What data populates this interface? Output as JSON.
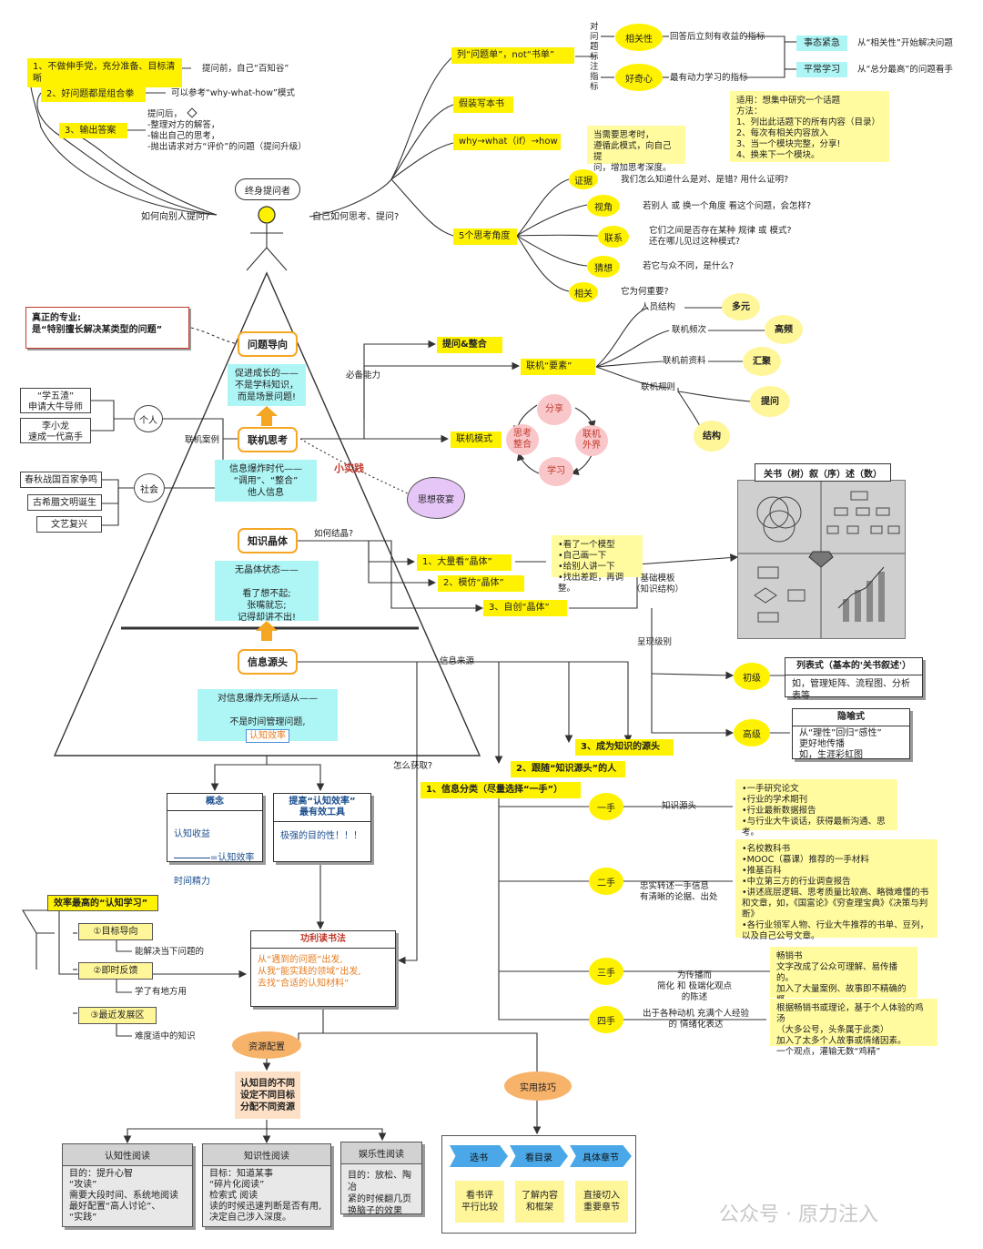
{
  "center": {
    "title": "终身提问者",
    "left_branch": "如何向别人提问?",
    "right_branch": "自己如何思考、提问?"
  },
  "ask_others": {
    "item1": "1、不做伸手党，充分准备、目标清晰",
    "item1_note": "提问前，自己“百知谷”",
    "item2": "2、好问题都是组合拳",
    "item2_note": "可以参考“why-what-how”模式",
    "item3": "3、输出答案",
    "item3_note": "提问后，\n-整理对方的解答，\n-输出自己的思考，\n-抛出请求对方“评价”的问题（提问升级）"
  },
  "self_think": {
    "list_questions": "列“问题单”，not“书单”",
    "vertical_label": "对问题标注指标",
    "relevance": "相关性",
    "relevance_note": "回答后立刻有收益的指标",
    "curiosity": "好奇心",
    "curiosity_note": "最有动力学习的指标",
    "urgent": "事态紧急",
    "urgent_note": "从“相关性”开始解决问题",
    "normal": "平常学习",
    "normal_note": "从“总分最高”的问题看手",
    "apply_note": "适用：想集中研究一个话题\n方法：\n1、列出此话题下的所有内容（目录）\n2、每次有相关内容放入\n3、当一个模块完整，分享!\n4、换来下一个模块。",
    "fake_book": "假装写本书",
    "why_what_how": "why→what（if）→how",
    "why_note": "当需要思考时，\n遵循此模式，向自己提\n问，增加思考深度。",
    "five_angles": "5个思考角度",
    "angles": [
      {
        "name": "证据",
        "note": "我们怎么知道什么是对、是错? 用什么证明?"
      },
      {
        "name": "视角",
        "note": "若别人 或 换一个角度 看这个问题，会怎样?"
      },
      {
        "name": "联系",
        "note": "它们之间是否存在某种 规律 或 模式?\n还在哪儿见过这种模式?"
      },
      {
        "name": "猜想",
        "note": "若它与众不同，是什么?"
      },
      {
        "name": "相关",
        "note": "它为何重要?"
      }
    ]
  },
  "pyramid": {
    "pro_note": "真正的专业:\n是“特别擅长解决某类型的问题”",
    "problem_oriented": "问题导向",
    "growth_note": "促进成长的——\n不是学科知识，\n而是场景问题!",
    "connect_thinking": "联机思考",
    "info_era_note": "信息爆炸时代——\n“调用”、“整合”\n他人信息",
    "knowledge_crystal": "知识晶体",
    "no_crystal_note": "无晶体状态——\n\n看了想不起;\n张嘴就忘;\n记得却讲不出!",
    "info_source": "信息源头",
    "info_mgmt_note_1": "对信息爆炸无所适从——\n\n不是时间管理问题,",
    "info_mgmt_note_2": "认知效率",
    "small_practice": "小实践",
    "thought_party": "思想夜宴",
    "how_obtain": "怎么获取?",
    "how_crystal": "如何结晶?"
  },
  "cases": {
    "label": "联机案例",
    "person": "个人",
    "society": "社会",
    "person_items": [
      "“学五渣”\n申请大牛导师",
      "李小龙\n速成一代高手"
    ],
    "society_items": [
      "春秋战国百家争鸣",
      "古希腊文明诞生",
      "文艺复兴"
    ]
  },
  "connect": {
    "ability": "必备能力",
    "ask_integrate": "提问&整合",
    "elements": "联机“要素”",
    "mode": "联机模式",
    "element_items": [
      {
        "label": "人员结构",
        "tag": "多元"
      },
      {
        "label": "联机频次",
        "tag": "高频"
      },
      {
        "label": "联机前资料",
        "tag": "汇聚"
      },
      {
        "label": "联机规则",
        "tag": "提问"
      },
      {
        "label": "",
        "tag": "结构"
      }
    ],
    "cycle": [
      "分享",
      "联机\n外界",
      "学习",
      "思考\n整合"
    ]
  },
  "crystal": {
    "step1": "1、大量看“晶体”",
    "step2": "2、模仿“晶体”",
    "step3": "3、自创“晶体”",
    "mimic_note": "•看了一个模型\n•自己画一下\n•给别人讲一下\n•找出差距，再调整。",
    "template": "基础模板\n（知识结构）",
    "photo_title": "关书（树）叙（序）述（数）",
    "level_label": "呈现级别",
    "junior": "初级",
    "senior": "高级",
    "junior_card_title": "列表式（基本的'关书叙述'）",
    "junior_card_body": "如，管理矩阵、流程图、分析表等",
    "senior_card_title": "隐喻式",
    "senior_card_body": "从“理性”回归“感性”\n更好地传播\n如，生涯彩虹图"
  },
  "source": {
    "label": "信息来源",
    "s1": "1、信息分类（尽量选择“一手”）",
    "s2": "2、跟随“知识源头”的人",
    "s3": "3、成为知识的源头",
    "hands": [
      {
        "name": "一手",
        "desc": "知识源头",
        "note": "•一手研究论文\n•行业的学术期刊\n•行业最新数据报告\n•与行业大牛谈话，获得最新沟通、思考。"
      },
      {
        "name": "二手",
        "desc": "忠实转述一手信息\n有清晰的论据、出处",
        "note": "•名校教科书\n•MOOC（慕课）推荐的一手材料\n•推基百科\n•中立第三方的行业调查报告\n•讲述底层逻辑、思考质量比较高、略微难懂的书\n和文章，如，《国富论》《穷查理宝典》《决策与判\n断》\n•各行业领军人物、行业大牛推荐的书单、豆列，\n以及自己公号文章。"
      },
      {
        "name": "三手",
        "desc": "为传播而\n简化 和 极端化观点\n的陈述",
        "note": "畅销书\n文字改成了公众可理解、易传播的。\n加入了大量案例、故事即不精确的概\n念，便于理解。"
      },
      {
        "name": "四手",
        "desc": "出于各种动机 充满个人经验\n的 情绪化表达",
        "note": "根据畅销书或理论，基于个人体验的鸡汤\n（大多公号，头条属于此类）\n加入了太多个人故事或情绪因素。\n一个观点，灌输无数“鸡精”"
      }
    ]
  },
  "efficiency": {
    "concept_title": "概念",
    "concept_num": "认知收益",
    "concept_eq": "=认知效率",
    "concept_den": "时间精力",
    "tool_title": "提高“认知效率”\n最有效工具",
    "tool_body": "极强的目的性！！！",
    "best_learning": "效率最高的“认知学习”",
    "items": [
      {
        "tag": "①目标导向",
        "note": "能解决当下问题的"
      },
      {
        "tag": "②即时反馈",
        "note": "学了有地方用"
      },
      {
        "tag": "③最近发展区",
        "note": "难度适中的知识"
      }
    ],
    "utility_title": "功利读书法",
    "utility_body": "从“遇到的问题”出发,\n从我“能实践的领域”出发,\n去找“合适的认知材料”"
  },
  "reading": {
    "resource": "资源配置",
    "resource_note": "认知目的不同\n设定不同目标\n分配不同资源",
    "cards": [
      {
        "title": "认知性阅读",
        "body": "目的：提升心智\n“攻读”\n需要大段时间、系统地阅读\n最好配置“高人讨论”、\n“实践”"
      },
      {
        "title": "知识性阅读",
        "body": "目标：知道某事\n“碎片化阅读”\n检索式 阅读\n读的时候迅速判断是否有用,\n决定自己涉入深度。"
      },
      {
        "title": "娱乐性阅读",
        "body": "目的：放松、陶冶\n紧的时候翻几页\n换脑子的效果"
      }
    ],
    "tips": "实用技巧",
    "chevrons": [
      "选书",
      "看目录",
      "具体章节"
    ],
    "chevron_notes": [
      "看书评\n平行比较",
      "了解内容\n和框架",
      "直接切入\n重要章节"
    ]
  },
  "watermark": "公众号 · 原力注入",
  "colors": {
    "yellow": "#fff200",
    "cyan": "#aef5f5",
    "orange": "#f5a623"
  }
}
